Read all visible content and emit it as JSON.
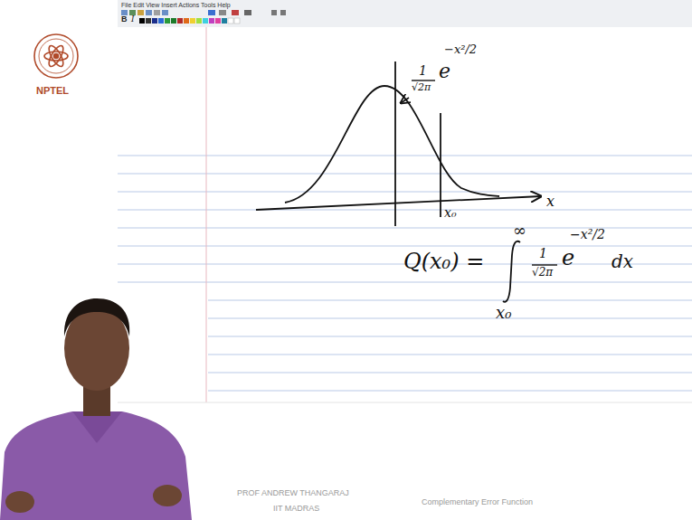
{
  "diagram": {
    "labels": [
      "File Edit View Insert Actions Tools Help",
      "B",
      "I",
      "NPTEL",
      "1",
      "√2π",
      "e",
      "−x²/2",
      "x₀",
      "x",
      "Q(x₀) =",
      "∞",
      "x₀",
      "1",
      "√2π",
      "e",
      "−x²/2",
      "dx",
      "PROF ANDREW THANGARAJ",
      "IIT MADRAS",
      "Complementary Error Function"
    ]
  }
}
